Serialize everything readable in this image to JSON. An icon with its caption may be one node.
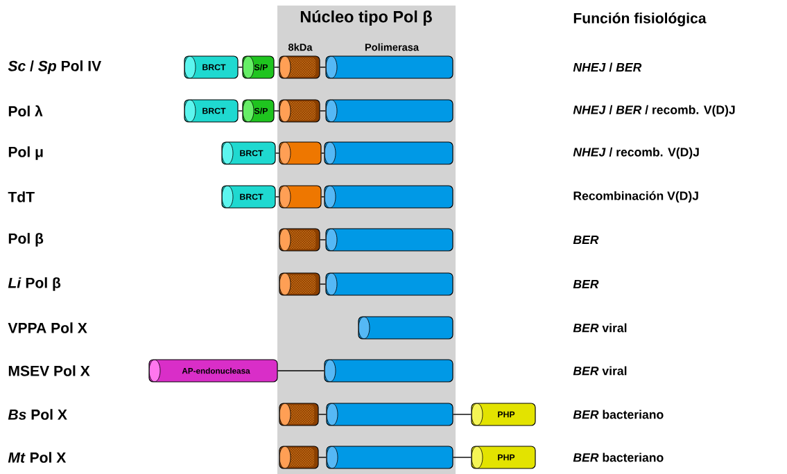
{
  "diagram": {
    "nodes": [
      {
        "text": [
          "Núcleo tipo Pol β"
        ]
      },
      {
        "text": [
          "BRCT"
        ]
      },
      {
        "text": [
          "S/P"
        ]
      },
      {
        "text": [],
        "shape": "cylinder",
        "in": 0
      },
      {
        "text": [],
        "shape": "cylinder",
        "in": 0
      },
      {
        "text": [
          "BRCT"
        ]
      },
      {
        "text": [
          "S/P"
        ]
      },
      {
        "text": [],
        "shape": "cylinder",
        "in": 0
      },
      {
        "text": [],
        "shape": "cylinder",
        "in": 0
      },
      {
        "text": [
          "BRCT"
        ]
      },
      {
        "text": [],
        "shape": "cylinder",
        "in": 0
      },
      {
        "text": [],
        "shape": "cylinder",
        "in": 0
      },
      {
        "text": [
          "BRCT"
        ]
      },
      {
        "text": [],
        "shape": "cylinder",
        "in": 0
      },
      {
        "text": [],
        "shape": "cylinder",
        "in": 0
      },
      {
        "text": [],
        "shape": "cylinder",
        "in": 0
      },
      {
        "text": [],
        "shape": "cylinder",
        "in": 0
      },
      {
        "text": [],
        "shape": "cylinder",
        "in": 0
      },
      {
        "text": [],
        "shape": "cylinder",
        "in": 0
      },
      {
        "text": [],
        "shape": "cylinder",
        "in": 0
      },
      {
        "text": [
          "AP-endonucleasa"
        ]
      },
      {
        "text": [],
        "shape": "cylinder",
        "in": 0
      },
      {
        "text": [],
        "shape": "cylinder",
        "in": 0
      },
      {
        "text": [],
        "shape": "cylinder",
        "in": 0
      },
      {
        "text": [
          "PHP"
        ]
      },
      {
        "text": [],
        "shape": "cylinder",
        "in": 0
      },
      {
        "text": [],
        "shape": "cylinder",
        "in": 0
      },
      {
        "text": [
          "PHP"
        ]
      }
    ],
    "edges": [
      {
        "from": 1,
        "to": 2,
        "arrow": "none"
      },
      {
        "from": 2,
        "to": 3,
        "arrow": "none"
      },
      {
        "from": 3,
        "to": 4,
        "arrow": "none"
      },
      {
        "from": 5,
        "to": 6,
        "arrow": "none"
      },
      {
        "from": 6,
        "to": 7,
        "arrow": "none"
      },
      {
        "from": 7,
        "to": 8,
        "arrow": "none"
      },
      {
        "from": 9,
        "to": 10,
        "arrow": "none"
      },
      {
        "from": 10,
        "to": 11,
        "arrow": "none"
      },
      {
        "from": 12,
        "to": 13,
        "arrow": "none"
      },
      {
        "from": 13,
        "to": 14,
        "arrow": "none"
      },
      {
        "from": 15,
        "to": 16,
        "arrow": "none"
      },
      {
        "from": 17,
        "to": 18,
        "arrow": "none"
      },
      {
        "from": 20,
        "to": 21,
        "arrow": "none"
      },
      {
        "from": 22,
        "to": 23,
        "arrow": "none"
      },
      {
        "from": 23,
        "to": 24,
        "arrow": "none"
      },
      {
        "from": 25,
        "to": 26,
        "arrow": "none"
      },
      {
        "from": 26,
        "to": 27,
        "arrow": "none"
      }
    ],
    "labels": [
      "Función fisiológica",
      "8kDa",
      "Polimerasa",
      "*Sc* / *Sp* Pol IV",
      "*NHEJ* / *BER*",
      "Pol λ",
      "*NHEJ* / *BER* / recomb. V(D)J",
      "Pol μ",
      "*NHEJ* / recomb. V(D)J",
      "TdT",
      "Recombinación V(D)J",
      "Pol β",
      "*BER*",
      "*Li* Pol β",
      "*BER*",
      "VPPA Pol X",
      "*BER* viral",
      "MSEV Pol X",
      "*BER* viral",
      "*Bs* Pol X",
      "*BER* bacteriano",
      "*Mt* Pol X",
      "*BER* bacteriano"
    ]
  }
}
